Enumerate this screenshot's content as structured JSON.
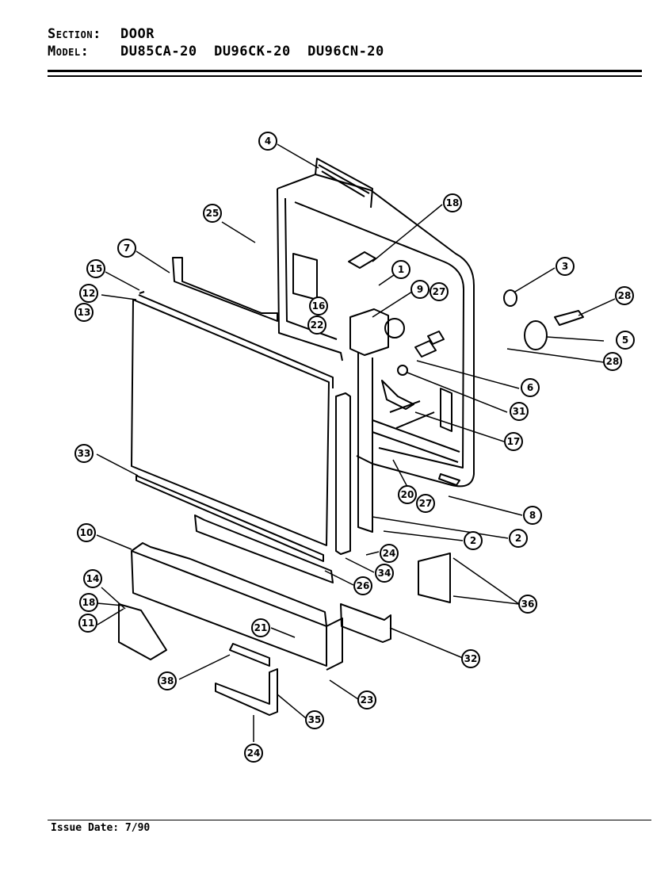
{
  "header": {
    "section_label": "Section:",
    "section_value": "DOOR",
    "model_label": "Model:",
    "model_values": "DU85CA-20  DU96CK-20  DU96CN-20"
  },
  "callouts": [
    "4",
    "18",
    "25",
    "7",
    "1",
    "3",
    "15",
    "12",
    "13",
    "9",
    "27",
    "16",
    "22",
    "28",
    "5",
    "28",
    "6",
    "31",
    "17",
    "33",
    "20",
    "27",
    "8",
    "10",
    "2",
    "2",
    "24",
    "34",
    "26",
    "36",
    "14",
    "18",
    "11",
    "21",
    "32",
    "38",
    "23",
    "35",
    "24"
  ],
  "footer": {
    "issue_date": "Issue Date: 7/90"
  },
  "colors": {
    "ink": "#000000",
    "paper": "#ffffff"
  }
}
